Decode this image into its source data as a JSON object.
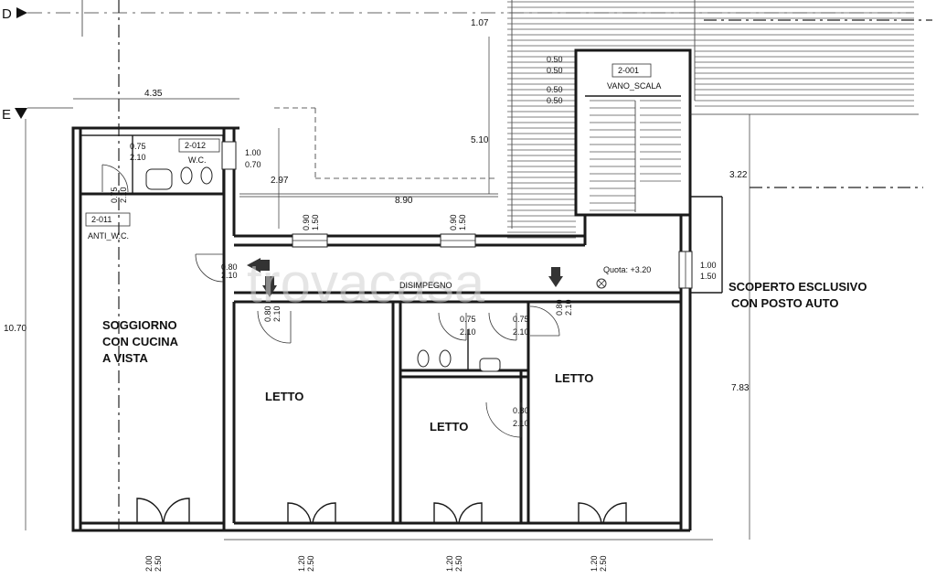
{
  "levels": [
    "D",
    "E"
  ],
  "watermark": "trovacasa",
  "rooms": {
    "soggiorno": [
      "SOGGIORNO",
      "CON CUCINA",
      "A VISTA"
    ],
    "letto": "LETTO",
    "disimpegno": "DISIMPEGNO",
    "scoperto": [
      "SCOPERTO ESCLUSIVO",
      "CON POSTO AUTO"
    ]
  },
  "tags": {
    "wc": {
      "code": "2-012",
      "name": "W.C."
    },
    "anti_wc": {
      "code": "2-011",
      "name": "ANTI_W.C."
    },
    "vano_scala": {
      "code": "2-001",
      "name": "VANO_SCALA"
    }
  },
  "quota": "Quota: +3.20",
  "dimensions": {
    "d_435": "4.35",
    "d_107": "1.07",
    "d_510": "5.10",
    "d_297": "2.97",
    "d_890": "8.90",
    "d_322": "3.22",
    "d_1070": "10.70",
    "d_783": "7.83"
  },
  "openings": {
    "o_075_210": [
      "0.75",
      "2.10"
    ],
    "o_100_070": [
      "1.00",
      "0.70"
    ],
    "o_050_050": [
      "0.50",
      "0.50"
    ],
    "o_090_150": [
      "0.90",
      "1.50"
    ],
    "o_080_210": [
      "0.80",
      "2.10"
    ],
    "o_100_150": [
      "1.00",
      "1.50"
    ],
    "o_200_250": [
      "2.00",
      "2.50"
    ],
    "o_120_250": [
      "1.20",
      "2.50"
    ]
  }
}
